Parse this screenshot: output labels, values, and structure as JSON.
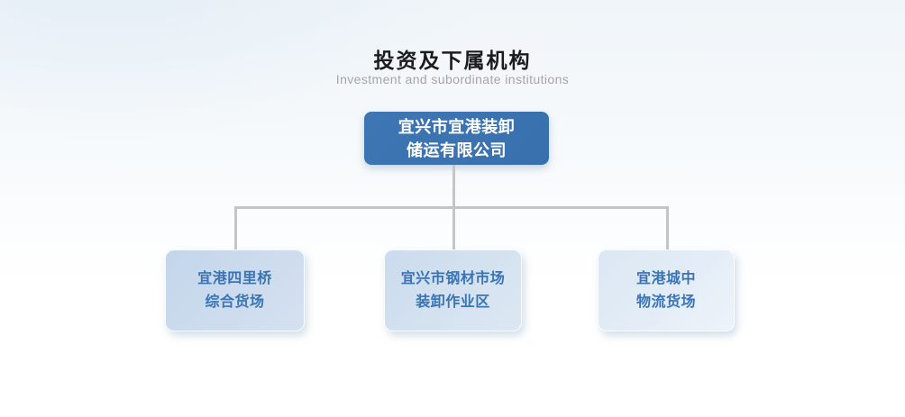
{
  "header": {
    "title": "投资及下属机构",
    "subtitle": "Investment and subordinate institutions"
  },
  "chart": {
    "type": "org-chart",
    "root": {
      "line1": "宜兴市宜港装卸",
      "line2": "储运有限公司"
    },
    "children": [
      {
        "line1": "宜港四里桥",
        "line2": "综合货场"
      },
      {
        "line1": "宜兴市钢材市场",
        "line2": "装卸作业区"
      },
      {
        "line1": "宜港城中",
        "line2": "物流货场"
      }
    ]
  },
  "colors": {
    "title_text": "#1b1b1b",
    "subtitle_text": "#a5a5a5",
    "root_box_bg": "#3b72b0",
    "root_box_text": "#ffffff",
    "child_box_text": "#3a74b5",
    "child_box_bg_1": "#c6d8eb",
    "child_box_bg_2": "#d0dfef",
    "child_box_bg_3": "#dfeaf5",
    "connector_line": "#c5c5c5",
    "background_top": "#f0f5f9",
    "background_bottom": "#ffffff"
  }
}
